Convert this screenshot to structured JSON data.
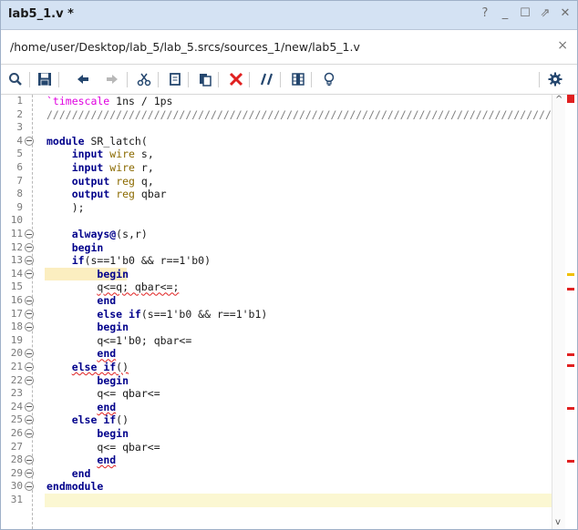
{
  "window": {
    "title": "lab5_1.v *",
    "controls": [
      "?",
      "_",
      "☐",
      "⇗",
      "✕"
    ]
  },
  "path": {
    "text": "/home/user/Desktop/lab_5/lab_5.srcs/sources_1/new/lab5_1.v",
    "close": "×"
  },
  "toolbar": {
    "items": [
      "search-icon",
      "save-icon",
      "undo-icon",
      "redo-icon",
      "cut-icon",
      "copy-icon",
      "paste-icon",
      "delete-icon",
      "comment-icon",
      "columns-icon",
      "lightbulb-icon",
      "settings-icon"
    ]
  },
  "editor": {
    "highlight_color": "#fbeec0",
    "current_line_color": "#fbf7d2",
    "lines": [
      {
        "n": "1",
        "fold": false,
        "html": "<span class='dir'>`timescale</span> 1ns / 1ps"
      },
      {
        "n": "2",
        "fold": false,
        "html": "<span class='cm'>//////////////////////////////////////////////////////////////////////////////////</span>"
      },
      {
        "n": "3",
        "fold": false,
        "html": ""
      },
      {
        "n": "4",
        "fold": true,
        "html": "<span class='kw'>module</span> SR_latch("
      },
      {
        "n": "5",
        "fold": false,
        "html": "    <span class='kw'>input</span> <span class='ty'>wire</span> s,"
      },
      {
        "n": "6",
        "fold": false,
        "html": "    <span class='kw'>input</span> <span class='ty'>wire</span> r,"
      },
      {
        "n": "7",
        "fold": false,
        "html": "    <span class='kw'>output</span> <span class='ty'>reg</span> q,"
      },
      {
        "n": "8",
        "fold": false,
        "html": "    <span class='kw'>output</span> <span class='ty'>reg</span> qbar"
      },
      {
        "n": "9",
        "fold": false,
        "html": "    );"
      },
      {
        "n": "10",
        "fold": false,
        "html": ""
      },
      {
        "n": "11",
        "fold": true,
        "html": "    <span class='kw'>always@</span>(s,r)"
      },
      {
        "n": "12",
        "fold": true,
        "html": "    <span class='kw'>begin</span>"
      },
      {
        "n": "13",
        "fold": true,
        "html": "    <span class='kw'>if</span>(s==1'b0 && r==1'b0)"
      },
      {
        "n": "14",
        "fold": true,
        "html": "        <span class='kw'>begin</span>"
      },
      {
        "n": "15",
        "fold": false,
        "html": "        <span class='squig'>q&lt;=q; qbar&lt;=;</span>"
      },
      {
        "n": "16",
        "fold": true,
        "html": "        <span class='kw'>end</span>"
      },
      {
        "n": "17",
        "fold": true,
        "html": "        <span class='kw'>else if</span>(s==1'b0 && r==1'b1)"
      },
      {
        "n": "18",
        "fold": true,
        "html": "        <span class='kw'>begin</span>"
      },
      {
        "n": "19",
        "fold": false,
        "html": "        q&lt;=1'b0; qbar&lt;="
      },
      {
        "n": "20",
        "fold": true,
        "html": "        <span class='kw squig'>end</span>"
      },
      {
        "n": "21",
        "fold": true,
        "html": "    <span class='squig'><span class='kw'>else if</span>()</span>"
      },
      {
        "n": "22",
        "fold": true,
        "html": "        <span class='kw'>begin</span>"
      },
      {
        "n": "23",
        "fold": false,
        "html": "        q&lt;= qbar&lt;="
      },
      {
        "n": "24",
        "fold": true,
        "html": "        <span class='kw squig'>end</span>"
      },
      {
        "n": "25",
        "fold": true,
        "html": "    <span class='kw'>else if</span>()"
      },
      {
        "n": "26",
        "fold": true,
        "html": "        <span class='kw'>begin</span>"
      },
      {
        "n": "27",
        "fold": false,
        "html": "        q&lt;= qbar&lt;="
      },
      {
        "n": "28",
        "fold": true,
        "html": "        <span class='kw squig'>end</span>"
      },
      {
        "n": "29",
        "fold": true,
        "html": "    <span class='kw'>end</span>"
      },
      {
        "n": "30",
        "fold": true,
        "html": "<span class='kw'>endmodule</span>"
      },
      {
        "n": "31",
        "fold": false,
        "html": ""
      }
    ],
    "highlight_line": 14,
    "current_line": 31
  },
  "scrollbar": {
    "up_arrow": "^",
    "down_arrow": "v"
  }
}
